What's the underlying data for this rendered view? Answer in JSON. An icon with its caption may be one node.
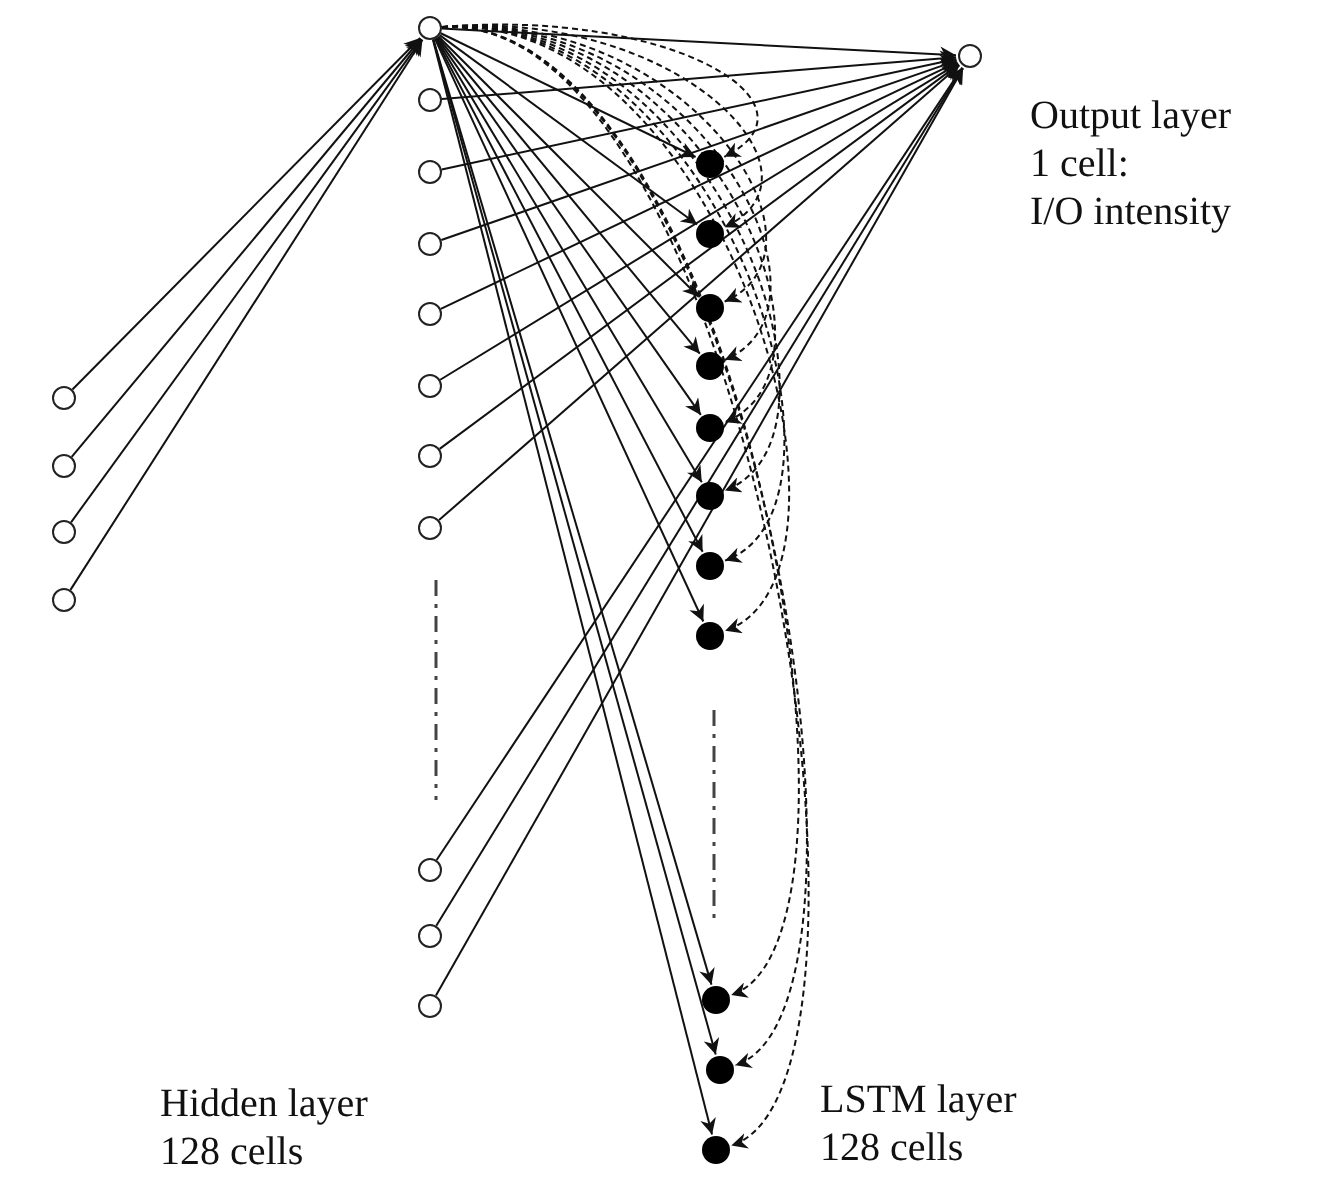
{
  "diagram": {
    "nodes": [
      {
        "text": [],
        "shape": "circle"
      },
      {
        "text": [],
        "shape": "circle"
      },
      {
        "text": [],
        "shape": "circle"
      },
      {
        "text": [],
        "shape": "circle"
      },
      {
        "text": [],
        "shape": "circle"
      },
      {
        "text": [],
        "shape": "circle"
      },
      {
        "text": [],
        "shape": "circle"
      },
      {
        "text": [],
        "shape": "circle"
      },
      {
        "text": [],
        "shape": "circle"
      },
      {
        "text": [],
        "shape": "circle"
      },
      {
        "text": [],
        "shape": "circle"
      },
      {
        "text": [],
        "shape": "circle"
      },
      {
        "text": [],
        "shape": "circle"
      },
      {
        "text": [],
        "shape": "circle"
      },
      {
        "text": [],
        "shape": "circle"
      },
      {
        "text": [],
        "shape": "dot"
      },
      {
        "text": [],
        "shape": "dot"
      },
      {
        "text": [],
        "shape": "dot"
      },
      {
        "text": [],
        "shape": "dot"
      },
      {
        "text": [],
        "shape": "dot"
      },
      {
        "text": [],
        "shape": "dot"
      },
      {
        "text": [],
        "shape": "dot"
      },
      {
        "text": [],
        "shape": "dot"
      },
      {
        "text": [],
        "shape": "dot"
      },
      {
        "text": [],
        "shape": "dot"
      },
      {
        "text": [],
        "shape": "dot"
      },
      {
        "text": [],
        "shape": "circle",
        "beside": [
          "Output layer",
          "1 cell:",
          "I/O intensity"
        ]
      }
    ],
    "edges": [
      {
        "from": 0,
        "to": 4,
        "arrow": "to"
      },
      {
        "from": 1,
        "to": 4,
        "arrow": "to"
      },
      {
        "from": 2,
        "to": 4,
        "arrow": "to"
      },
      {
        "from": 3,
        "to": 4,
        "arrow": "to"
      },
      {
        "from": 4,
        "to": 26,
        "arrow": "to"
      },
      {
        "from": 4,
        "to": 15,
        "arrow": "to"
      },
      {
        "from": 4,
        "to": 16,
        "arrow": "to"
      },
      {
        "from": 4,
        "to": 17,
        "arrow": "to"
      },
      {
        "from": 4,
        "to": 18,
        "arrow": "to"
      },
      {
        "from": 4,
        "to": 19,
        "arrow": "to"
      },
      {
        "from": 4,
        "to": 20,
        "arrow": "to"
      },
      {
        "from": 4,
        "to": 21,
        "arrow": "to"
      },
      {
        "from": 4,
        "to": 22,
        "arrow": "to"
      },
      {
        "from": 4,
        "to": 23,
        "arrow": "to"
      },
      {
        "from": 4,
        "to": 24,
        "arrow": "to"
      },
      {
        "from": 4,
        "to": 25,
        "arrow": "to"
      },
      {
        "from": 5,
        "to": 26,
        "arrow": "to"
      },
      {
        "from": 6,
        "to": 26,
        "arrow": "to"
      },
      {
        "from": 7,
        "to": 26,
        "arrow": "to"
      },
      {
        "from": 8,
        "to": 26,
        "arrow": "to"
      },
      {
        "from": 9,
        "to": 26,
        "arrow": "to"
      },
      {
        "from": 10,
        "to": 26,
        "arrow": "to"
      },
      {
        "from": 11,
        "to": 26,
        "arrow": "to"
      },
      {
        "from": 12,
        "to": 26,
        "arrow": "to"
      },
      {
        "from": 13,
        "to": 26,
        "arrow": "to"
      },
      {
        "from": 14,
        "to": 26,
        "arrow": "to"
      },
      {
        "from": 4,
        "to": 15,
        "arrow": "to",
        "style": "dashed"
      },
      {
        "from": 4,
        "to": 16,
        "arrow": "to",
        "style": "dashed"
      },
      {
        "from": 4,
        "to": 17,
        "arrow": "to",
        "style": "dashed"
      },
      {
        "from": 4,
        "to": 18,
        "arrow": "to",
        "style": "dashed"
      },
      {
        "from": 4,
        "to": 19,
        "arrow": "to",
        "style": "dashed"
      },
      {
        "from": 4,
        "to": 20,
        "arrow": "to",
        "style": "dashed"
      },
      {
        "from": 4,
        "to": 21,
        "arrow": "to",
        "style": "dashed"
      },
      {
        "from": 4,
        "to": 22,
        "arrow": "to",
        "style": "dashed"
      },
      {
        "from": 4,
        "to": 23,
        "arrow": "to",
        "style": "dashed"
      },
      {
        "from": 4,
        "to": 24,
        "arrow": "to",
        "style": "dashed"
      },
      {
        "from": 4,
        "to": 25,
        "arrow": "to",
        "style": "dashed"
      }
    ],
    "labels": [
      "Hidden layer 128 cells",
      "LSTM layer 128 cells"
    ]
  }
}
